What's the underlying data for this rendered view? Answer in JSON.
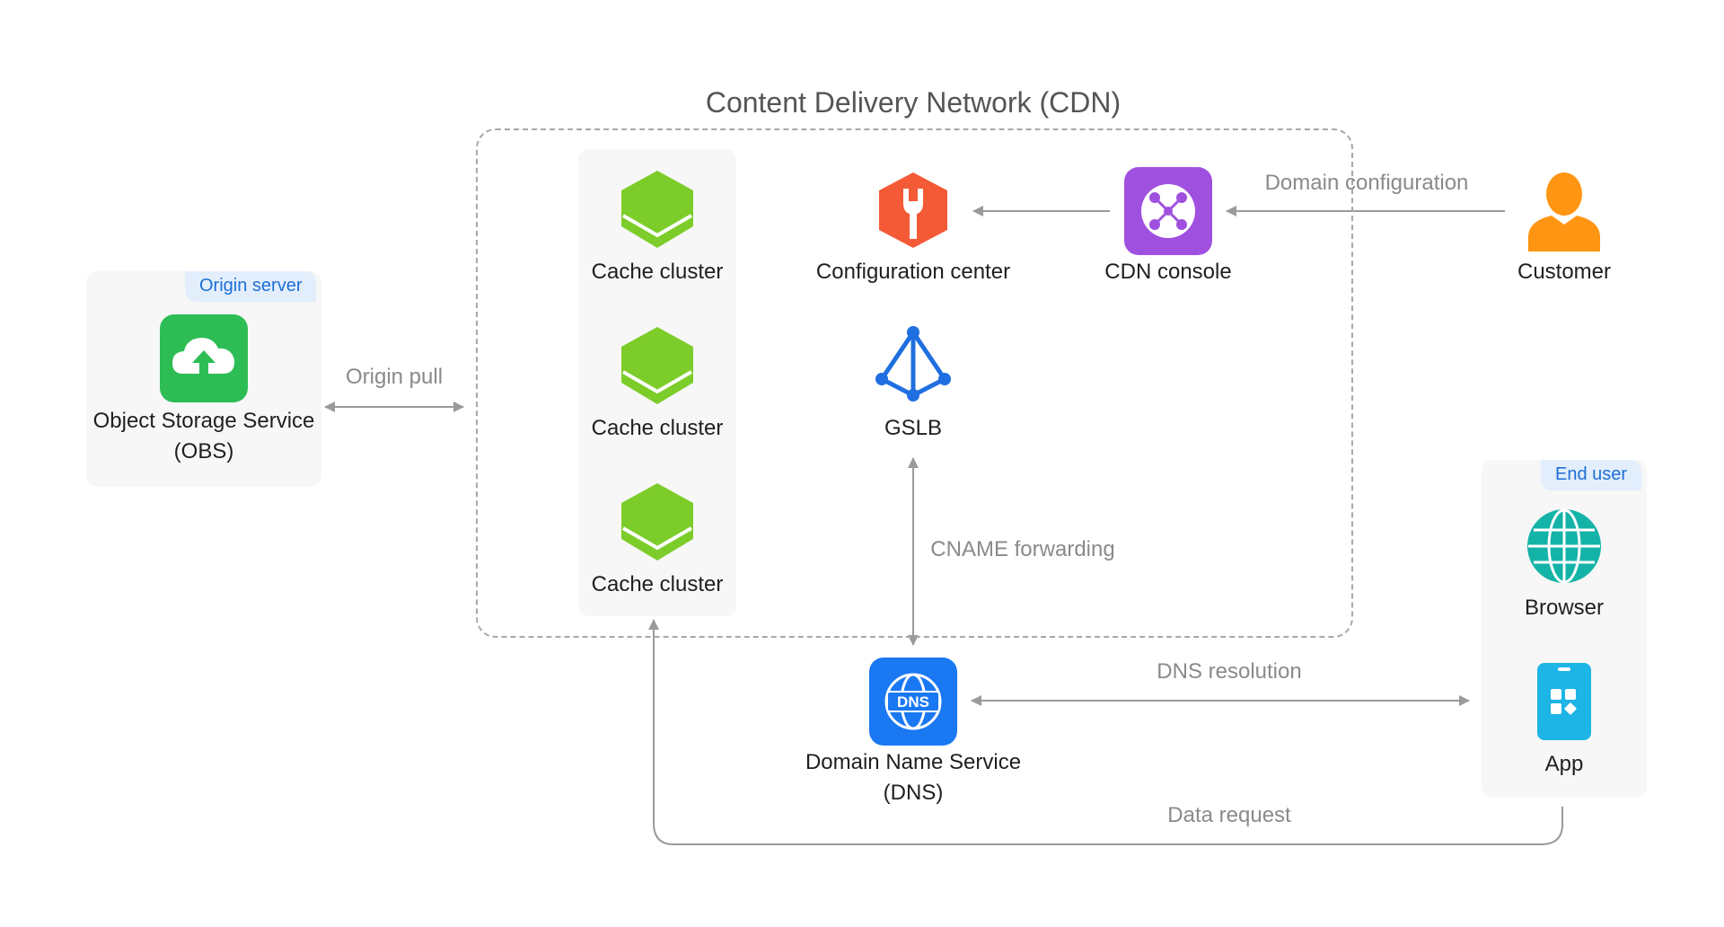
{
  "diagram": {
    "title": "Content Delivery Network (CDN)",
    "origin": {
      "tag": "Origin server",
      "obs_line1": "Object Storage Service",
      "obs_line2": "(OBS)"
    },
    "cache_clusters": [
      "Cache cluster",
      "Cache cluster",
      "Cache cluster"
    ],
    "config_center": "Configuration center",
    "cdn_console": "CDN console",
    "customer": "Customer",
    "gslb": "GSLB",
    "dns_line1": "Domain Name Service",
    "dns_line2": "(DNS)",
    "end_user": {
      "tag": "End user",
      "browser": "Browser",
      "app": "App"
    },
    "flows": {
      "origin_pull": "Origin pull",
      "domain_configuration": "Domain configuration",
      "cname_forwarding": "CNAME forwarding",
      "dns_resolution": "DNS resolution",
      "data_request": "Data request"
    },
    "dns_badge": "DNS"
  },
  "colors": {
    "obs": "#2ebd55",
    "cache": "#7ccd2a",
    "config": "#f45a36",
    "console": "#a050de",
    "customer": "#ff9512",
    "gslb": "#1f6fe0",
    "dns": "#1a78f2",
    "browser": "#14b3a8",
    "app": "#1db4e6",
    "arrow": "#9a9a9a",
    "tag_text": "#1d6fd6"
  },
  "icons": [
    "cloud-upload-icon",
    "hexagon-cube-icon",
    "wrench-icon",
    "network-hub-icon",
    "person-icon",
    "pyramid-nodes-icon",
    "globe-icon",
    "phone-apps-icon",
    "dns-globe-icon"
  ]
}
